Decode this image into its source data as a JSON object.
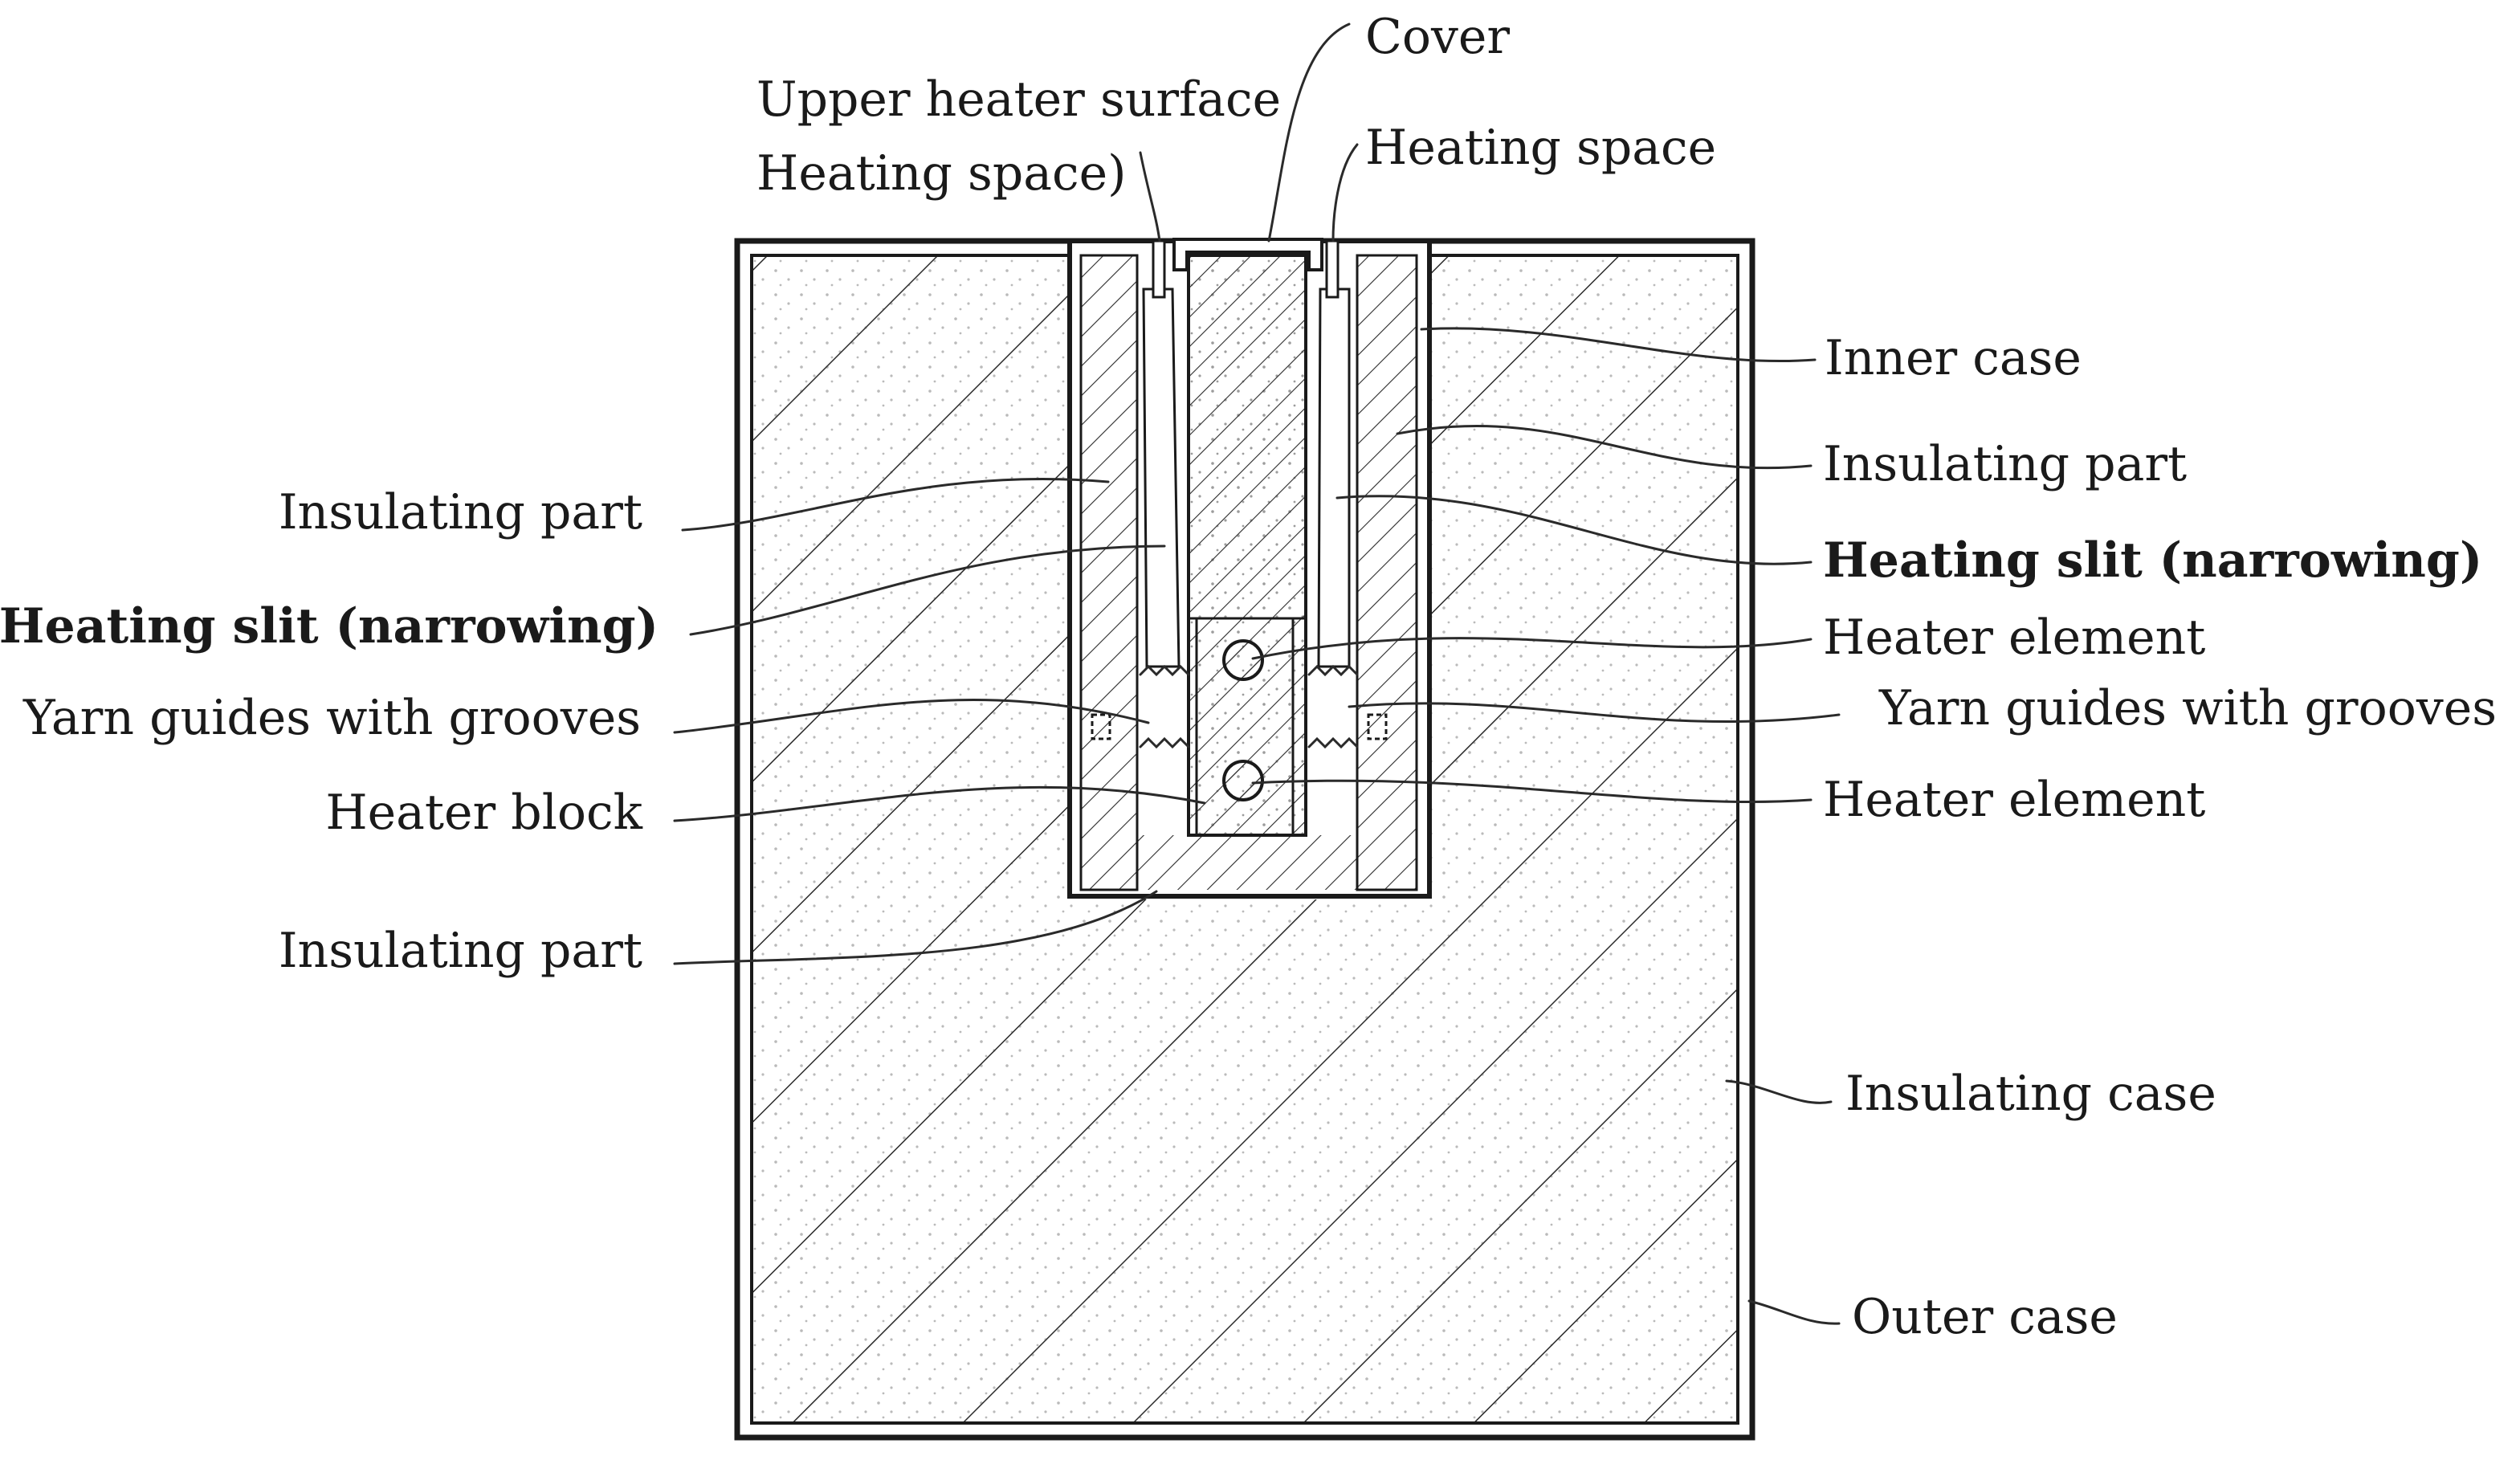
{
  "labels": {
    "cover": "Cover",
    "upper_heater_surface_line1": "Upper heater surface",
    "upper_heater_surface_line2": "Heating space)",
    "heating_space_top": "Heating space",
    "inner_case": "Inner case",
    "insulating_part_right": "Insulating part",
    "heating_slit_right": "Heating slit (narrowing)",
    "heater_element_upper": "Heater element",
    "yarn_guides_right": "Yarn guides with grooves",
    "heater_element_lower": "Heater element",
    "insulating_case": "Insulating case",
    "outer_case": "Outer case",
    "insulating_part_left": "Insulating part",
    "heating_slit_left": "Heating slit (narrowing)",
    "yarn_guides_left": "Yarn guides with grooves",
    "heater_block": "Heater block",
    "insulating_part_bottom": "Insulating part"
  },
  "colors": {
    "ink": "#1a1a1a",
    "background": "#ffffff"
  }
}
